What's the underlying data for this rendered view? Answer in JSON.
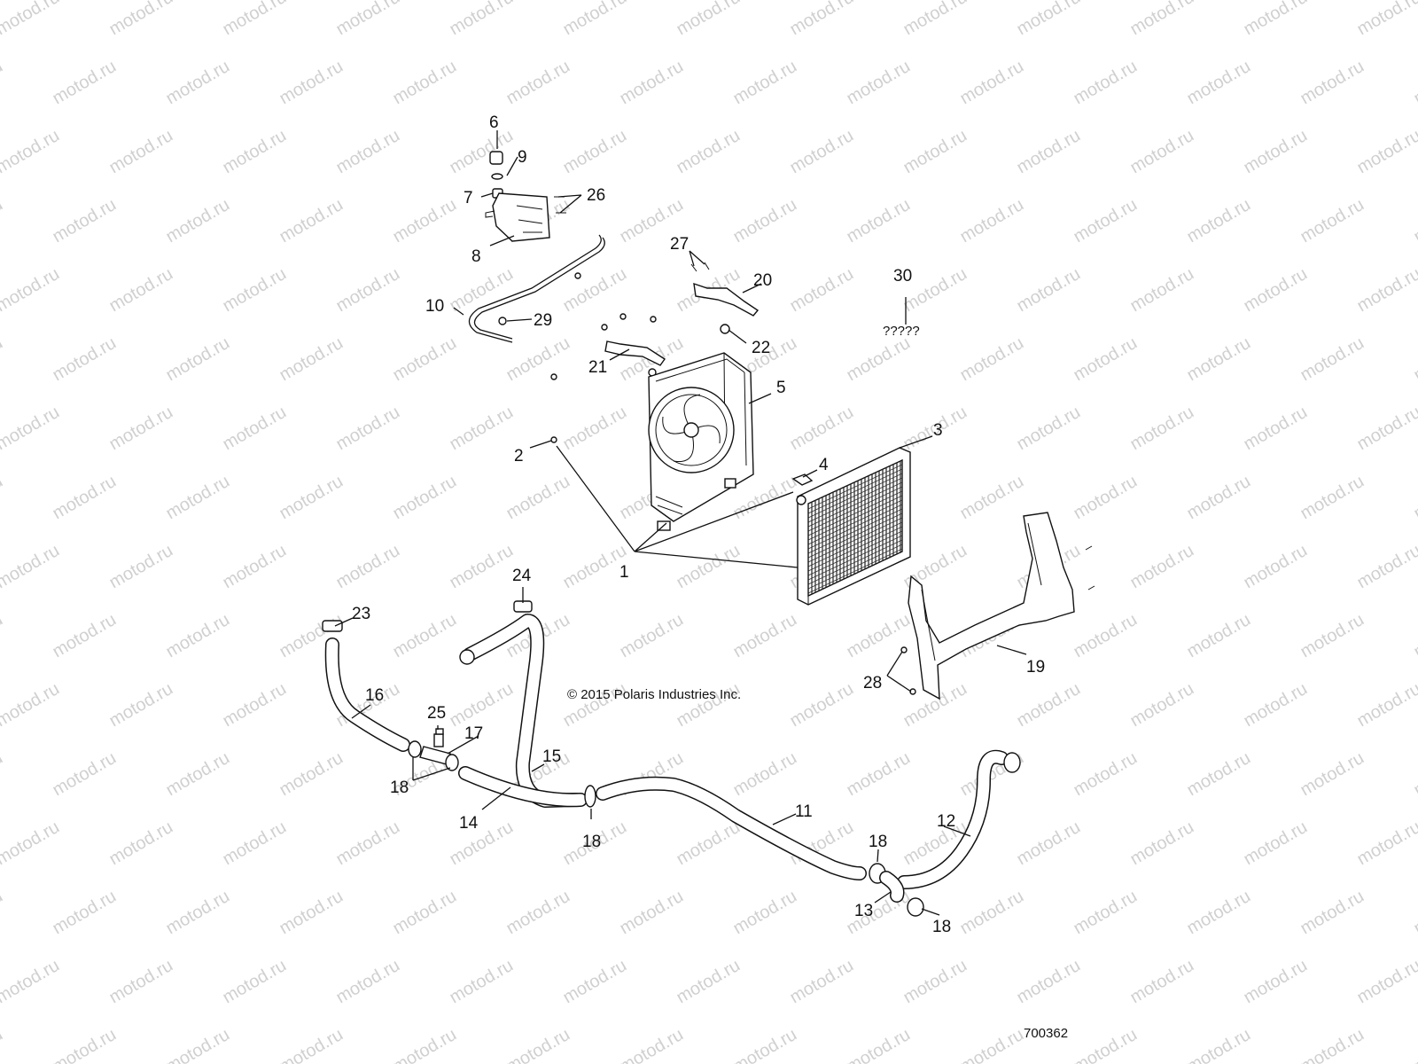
{
  "watermark": "motod.ru",
  "copyright": "© 2015 Polaris Industries Inc.",
  "part_number": "700362",
  "unknown_marker": "?????",
  "callouts": {
    "c1": "1",
    "c2": "2",
    "c3": "3",
    "c4": "4",
    "c5": "5",
    "c6": "6",
    "c7": "7",
    "c8": "8",
    "c9": "9",
    "c10": "10",
    "c11": "11",
    "c12": "12",
    "c13": "13",
    "c14": "14",
    "c15": "15",
    "c16": "16",
    "c17": "17",
    "c18a": "18",
    "c18b": "18",
    "c18c": "18",
    "c18d": "18",
    "c19": "19",
    "c20": "20",
    "c21": "21",
    "c22": "22",
    "c23": "23",
    "c24": "24",
    "c25": "25",
    "c26": "26",
    "c27": "27",
    "c28": "28",
    "c29": "29",
    "c30": "30"
  }
}
